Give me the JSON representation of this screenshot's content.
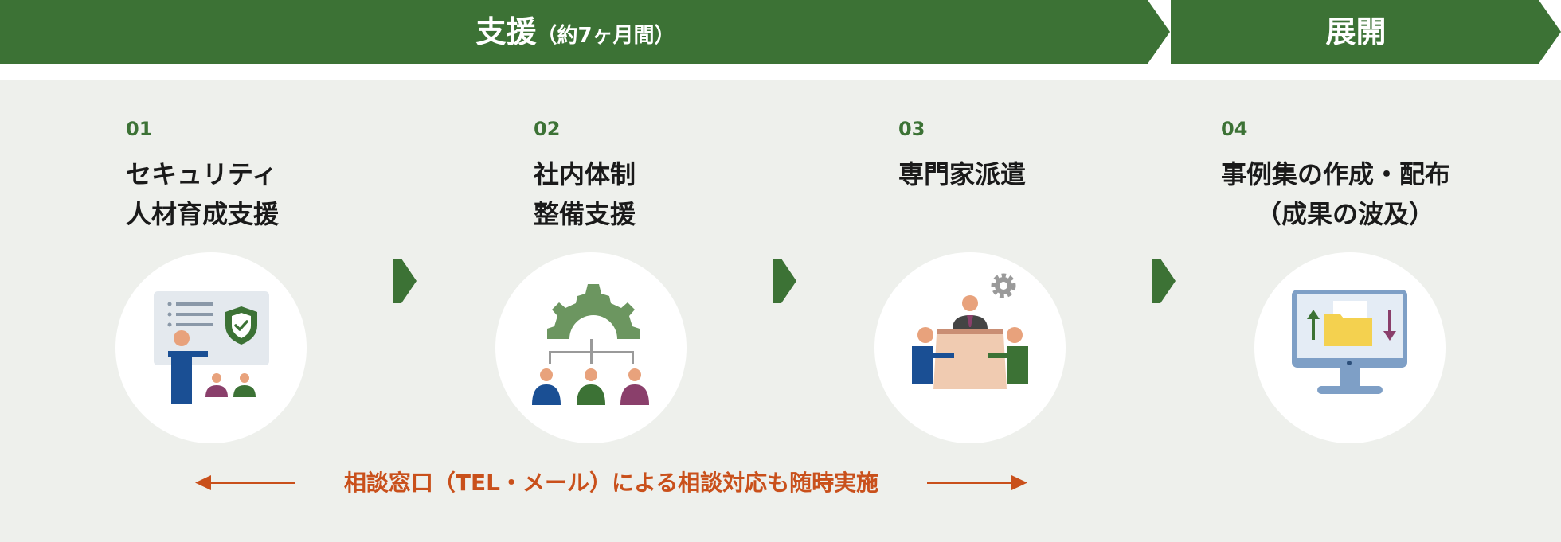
{
  "banner": {
    "support_main": "支援",
    "support_sub": "（約7ヶ月間）",
    "deploy": "展開",
    "color": "#3c7235"
  },
  "steps": [
    {
      "num": "01",
      "title_lines": [
        "セキュリティ",
        "人材育成支援"
      ],
      "icon": "trainer-presentation-icon"
    },
    {
      "num": "02",
      "title_lines": [
        "社内体制",
        "整備支援"
      ],
      "icon": "gear-organization-icon"
    },
    {
      "num": "03",
      "title_lines": [
        "専門家派遣"
      ],
      "icon": "expert-meeting-icon"
    },
    {
      "num": "04",
      "title_lines": [
        "事例集の作成・配布",
        "（成果の波及）"
      ],
      "icon": "monitor-folder-transfer-icon"
    }
  ],
  "contact": {
    "text": "相談窓口（TEL・メール）による相談対応も随時実施",
    "color": "#c9501b"
  },
  "colors": {
    "panel_bg": "#eef0ec",
    "accent_green": "#3c7235",
    "navy": "#1a4f94",
    "purple": "#8a3f6b",
    "skin": "#e8a27c"
  }
}
